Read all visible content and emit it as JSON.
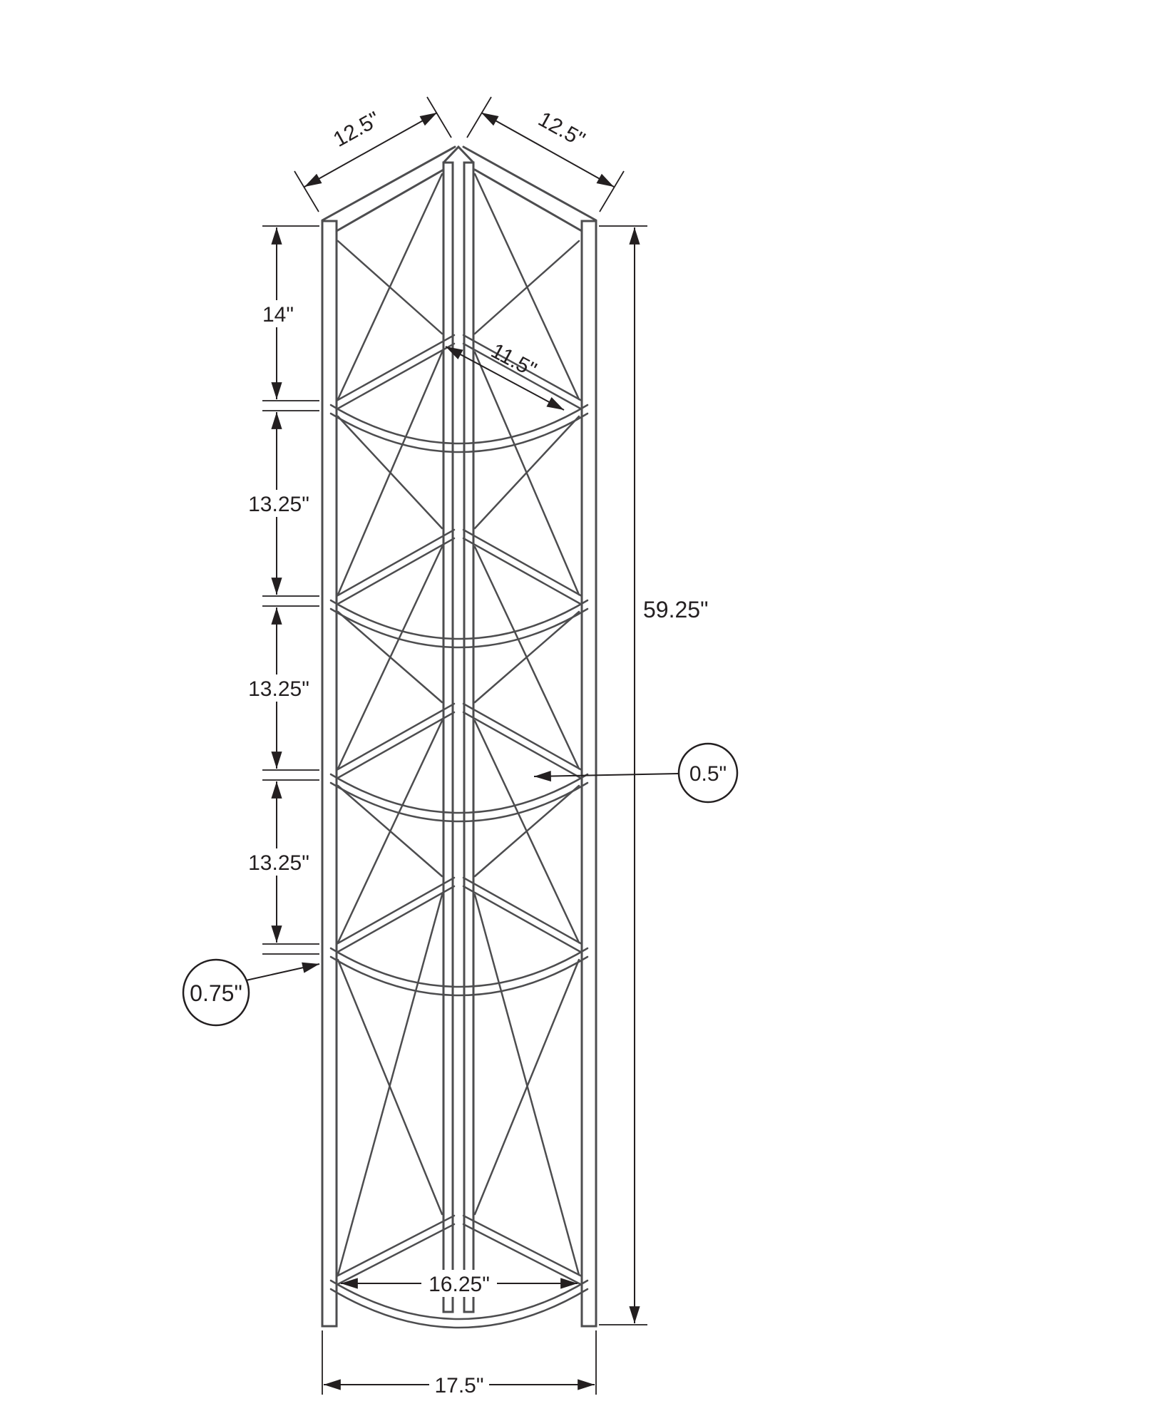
{
  "diagram": {
    "colors": {
      "structure": "#4d4d4f",
      "dimension": "#231f20",
      "background": "#ffffff"
    },
    "dimensions": {
      "top_left_depth": "12.5\"",
      "top_right_depth": "12.5\"",
      "top_section_height": "14\"",
      "section_2_height": "13.25\"",
      "section_3_height": "13.25\"",
      "section_4_height": "13.25\"",
      "overall_height": "59.25\"",
      "shelf_diagonal": "11.5\"",
      "shelf_thickness": "0.5\"",
      "frame_thickness": "0.75\"",
      "inner_width": "16.25\"",
      "overall_width": "17.5\""
    }
  }
}
